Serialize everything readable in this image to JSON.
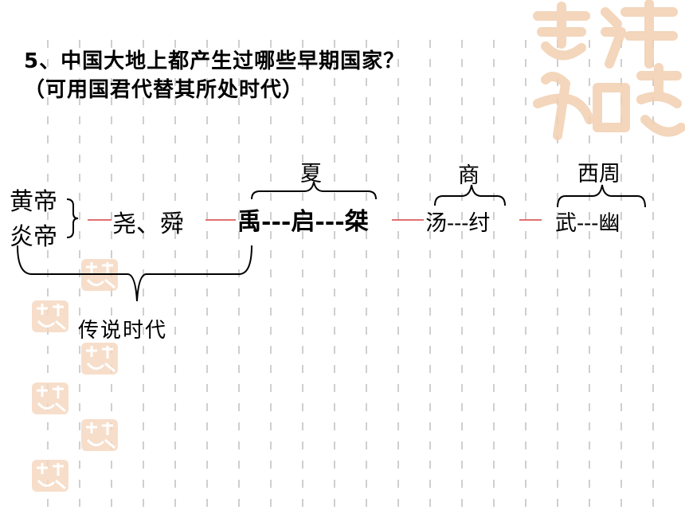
{
  "question": {
    "line1": "5、中国大地上都产生过哪些早期国家？",
    "line2": "（可用国君代替其所处时代）"
  },
  "timeline": {
    "huangdi": "黄帝",
    "yandi": "炎帝",
    "yao_shun": "尧、舜",
    "xia_rulers": "禹---启---桀",
    "shang_rulers": "汤---纣",
    "zhou_rulers": "武---幽",
    "xia_label": "夏",
    "shang_label": "商",
    "zhou_label": "西周",
    "legend_era": "传说时代"
  },
  "colors": {
    "connector": "#e07070",
    "grid": "#c8c8c8",
    "seal": "#f0c9a8"
  }
}
